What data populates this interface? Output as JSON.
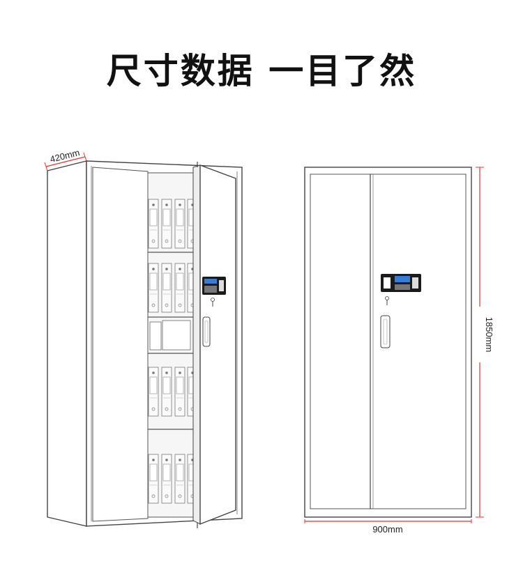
{
  "title": "尺寸数据 一目了然",
  "dimensions": {
    "depth": "420mm",
    "height": "1850mm",
    "width": "900mm"
  },
  "colors": {
    "dimension_line": "#e3342f",
    "outline": "#444444",
    "lcd": "#3a7bd5"
  }
}
